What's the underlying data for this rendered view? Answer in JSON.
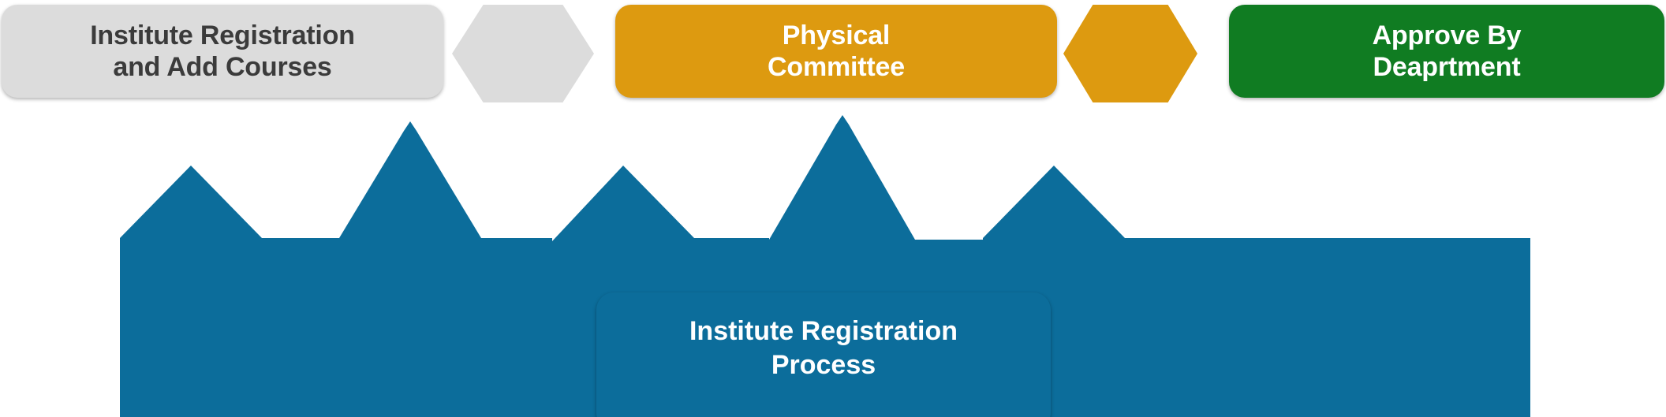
{
  "diagram": {
    "type": "process-flow",
    "title": "Institute Registration Process",
    "colors": {
      "stage_gray": "#dcdcdc",
      "stage_gray_text": "#3b3b3b",
      "stage_orange": "#dd9a10",
      "stage_green": "#107c22",
      "banner_blue": "#0c6d9b",
      "white_text": "#ffffff",
      "background": "#ffffff"
    },
    "stages": [
      {
        "id": "institute-registration",
        "label": "Institute Registration\nand Add Courses",
        "color": "#dcdcdc",
        "text_color": "#3b3b3b"
      },
      {
        "id": "physical-committee",
        "label": "Physical\nCommittee",
        "color": "#dd9a10",
        "text_color": "#ffffff"
      },
      {
        "id": "approve-by-department",
        "label": "Approve By\nDeaprtment",
        "color": "#107c22",
        "text_color": "#ffffff"
      }
    ],
    "connectors": [
      {
        "id": "connector-1",
        "shape": "hexagon-arrow",
        "color": "#dcdcdc",
        "from": "institute-registration",
        "to": "physical-committee"
      },
      {
        "id": "connector-2",
        "shape": "hexagon-arrow",
        "color": "#dd9a10",
        "from": "physical-committee",
        "to": "approve-by-department"
      }
    ],
    "banner": {
      "id": "process-banner",
      "label": "Institute Registration\nProcess",
      "color": "#0c6d9b",
      "text_color": "#ffffff",
      "peak_count": 5
    }
  }
}
